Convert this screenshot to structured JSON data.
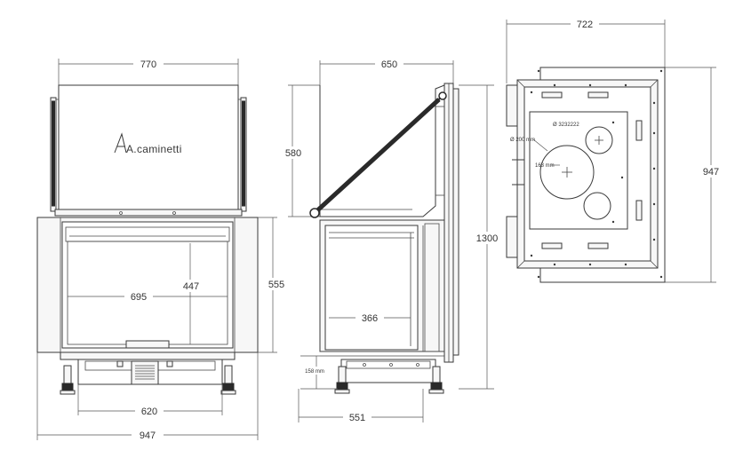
{
  "logo": {
    "text": "A.caminetti"
  },
  "front_view": {
    "width_top": "770",
    "inner_width": "695",
    "inner_height": "447",
    "height": "555",
    "base_width": "620",
    "total_width": "947"
  },
  "side_view": {
    "depth_top": "650",
    "door_height": "580",
    "total_height": "1300",
    "inner_depth": "366",
    "base_height": "158 mm",
    "base_depth": "551"
  },
  "top_view": {
    "width": "722",
    "depth": "947",
    "flue_large": "Ø 200 mm",
    "flue_small": "163 mm",
    "flue_label": "Ø 3232222"
  }
}
